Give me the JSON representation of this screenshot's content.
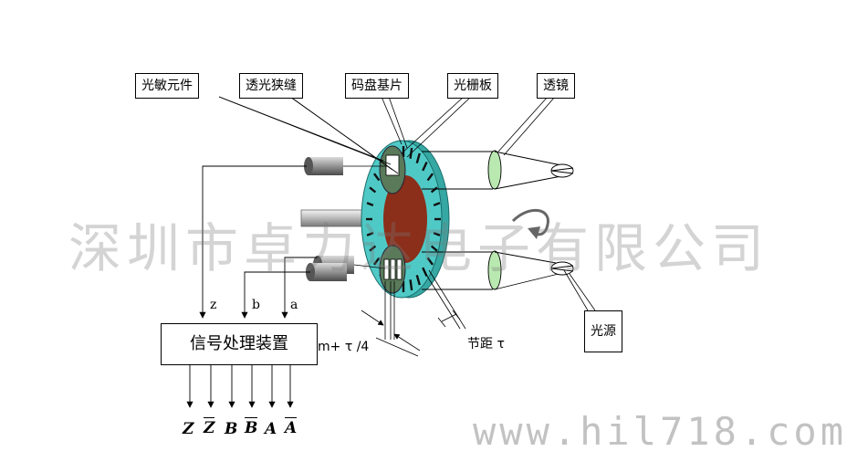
{
  "callouts": {
    "photo_element": "光敏元件",
    "slit": "透光狭缝",
    "code_disc": "码盘基片",
    "grating": "光栅板",
    "lens": "透镜",
    "light_source": "光源"
  },
  "processor_label": "信号处理装置",
  "inputs": {
    "z": "z",
    "b": "b",
    "a": "a"
  },
  "outputs": [
    "Z",
    "Z",
    "B",
    "B",
    "A",
    "A"
  ],
  "pitch_label": "节距 τ",
  "offset_label": "m+ τ /4",
  "watermark": "深圳市卓力达电子有限公司",
  "watermark_url": "www.hil718.com",
  "colors": {
    "disc_face": "#4fc9c6",
    "disc_rim": "#36a8a4",
    "hub": "#8b2e1a",
    "lens": "#b9e8b0"
  }
}
